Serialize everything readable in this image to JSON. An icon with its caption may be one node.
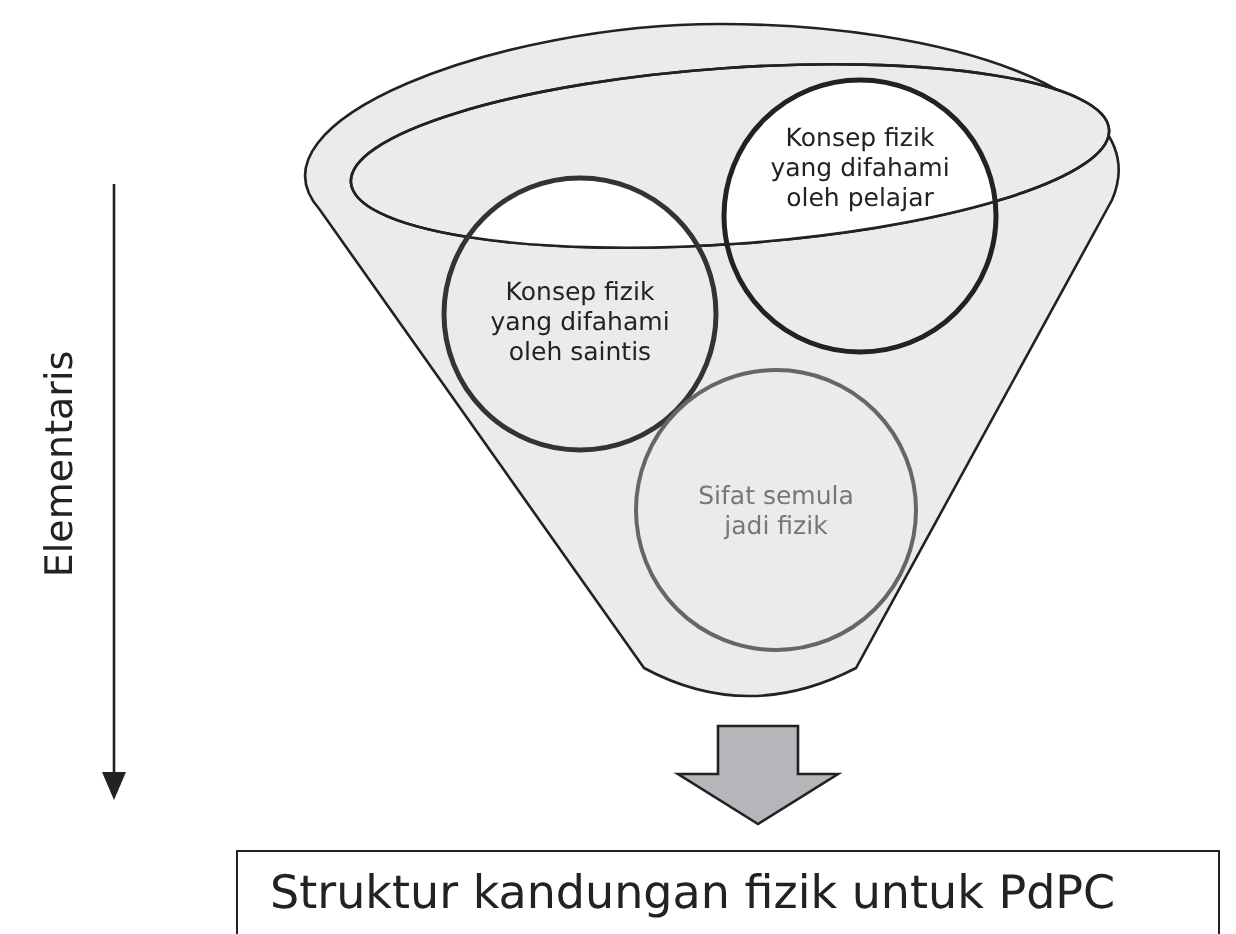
{
  "diagram": {
    "nodes": [
      {
        "text": [],
        "shape": "funnel"
      },
      {
        "text": [
          "Konsep fizik yang difahami oleh saintis"
        ],
        "in": 0
      },
      {
        "text": [
          "Konsep fizik yang difahami oleh pelajar"
        ],
        "in": 0
      },
      {
        "text": [
          "Sifat semula jadi fizik"
        ],
        "in": 0
      },
      {
        "text": [
          "Struktur kandungan fizik untuk PdPC"
        ]
      }
    ],
    "edges": [
      {
        "from": 0,
        "to": 4,
        "arrow": "to",
        "style": "thick"
      }
    ],
    "labels": [
      "Elementaris"
    ]
  }
}
